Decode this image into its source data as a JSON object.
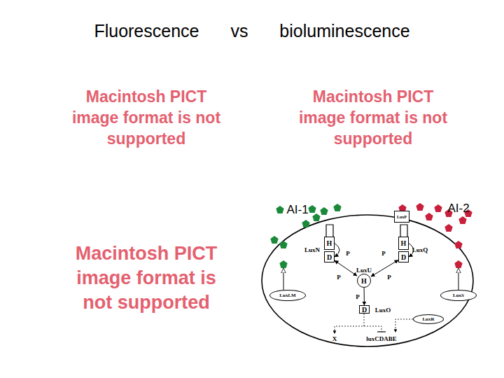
{
  "diagram": {
    "title": "Fluorescence vs bioluminescence",
    "nodes": [
      {
        "text": [
          "H"
        ]
      },
      {
        "text": [
          "D"
        ]
      },
      {
        "text": [
          "H"
        ]
      },
      {
        "text": [
          "D"
        ]
      },
      {
        "text": [
          "H"
        ]
      },
      {
        "text": [
          "D"
        ]
      },
      {
        "text": [
          "LuxLM"
        ]
      },
      {
        "text": [
          "LuxS"
        ]
      },
      {
        "text": [
          "LuxR"
        ]
      },
      {
        "text": [
          "LuxP"
        ]
      }
    ],
    "edges": [
      {
        "from": 0,
        "to": 1,
        "arrow": "to"
      },
      {
        "from": 2,
        "to": 3,
        "arrow": "to"
      },
      {
        "from": 1,
        "to": 4,
        "arrow": "both"
      },
      {
        "from": 3,
        "to": 4,
        "arrow": "both"
      },
      {
        "from": 4,
        "to": 5,
        "arrow": "to"
      }
    ],
    "labels": [
      "Macintosh PICT image format is not supported",
      "Macintosh PICT image format is not supported",
      "Macintosh PICT image format is not supported",
      "AI-1",
      "AI-2",
      "LuxN",
      "LuxQ",
      "LuxU",
      "LuxO",
      "P",
      "P",
      "P",
      "P",
      "P",
      "X",
      "luxCDABE"
    ]
  }
}
